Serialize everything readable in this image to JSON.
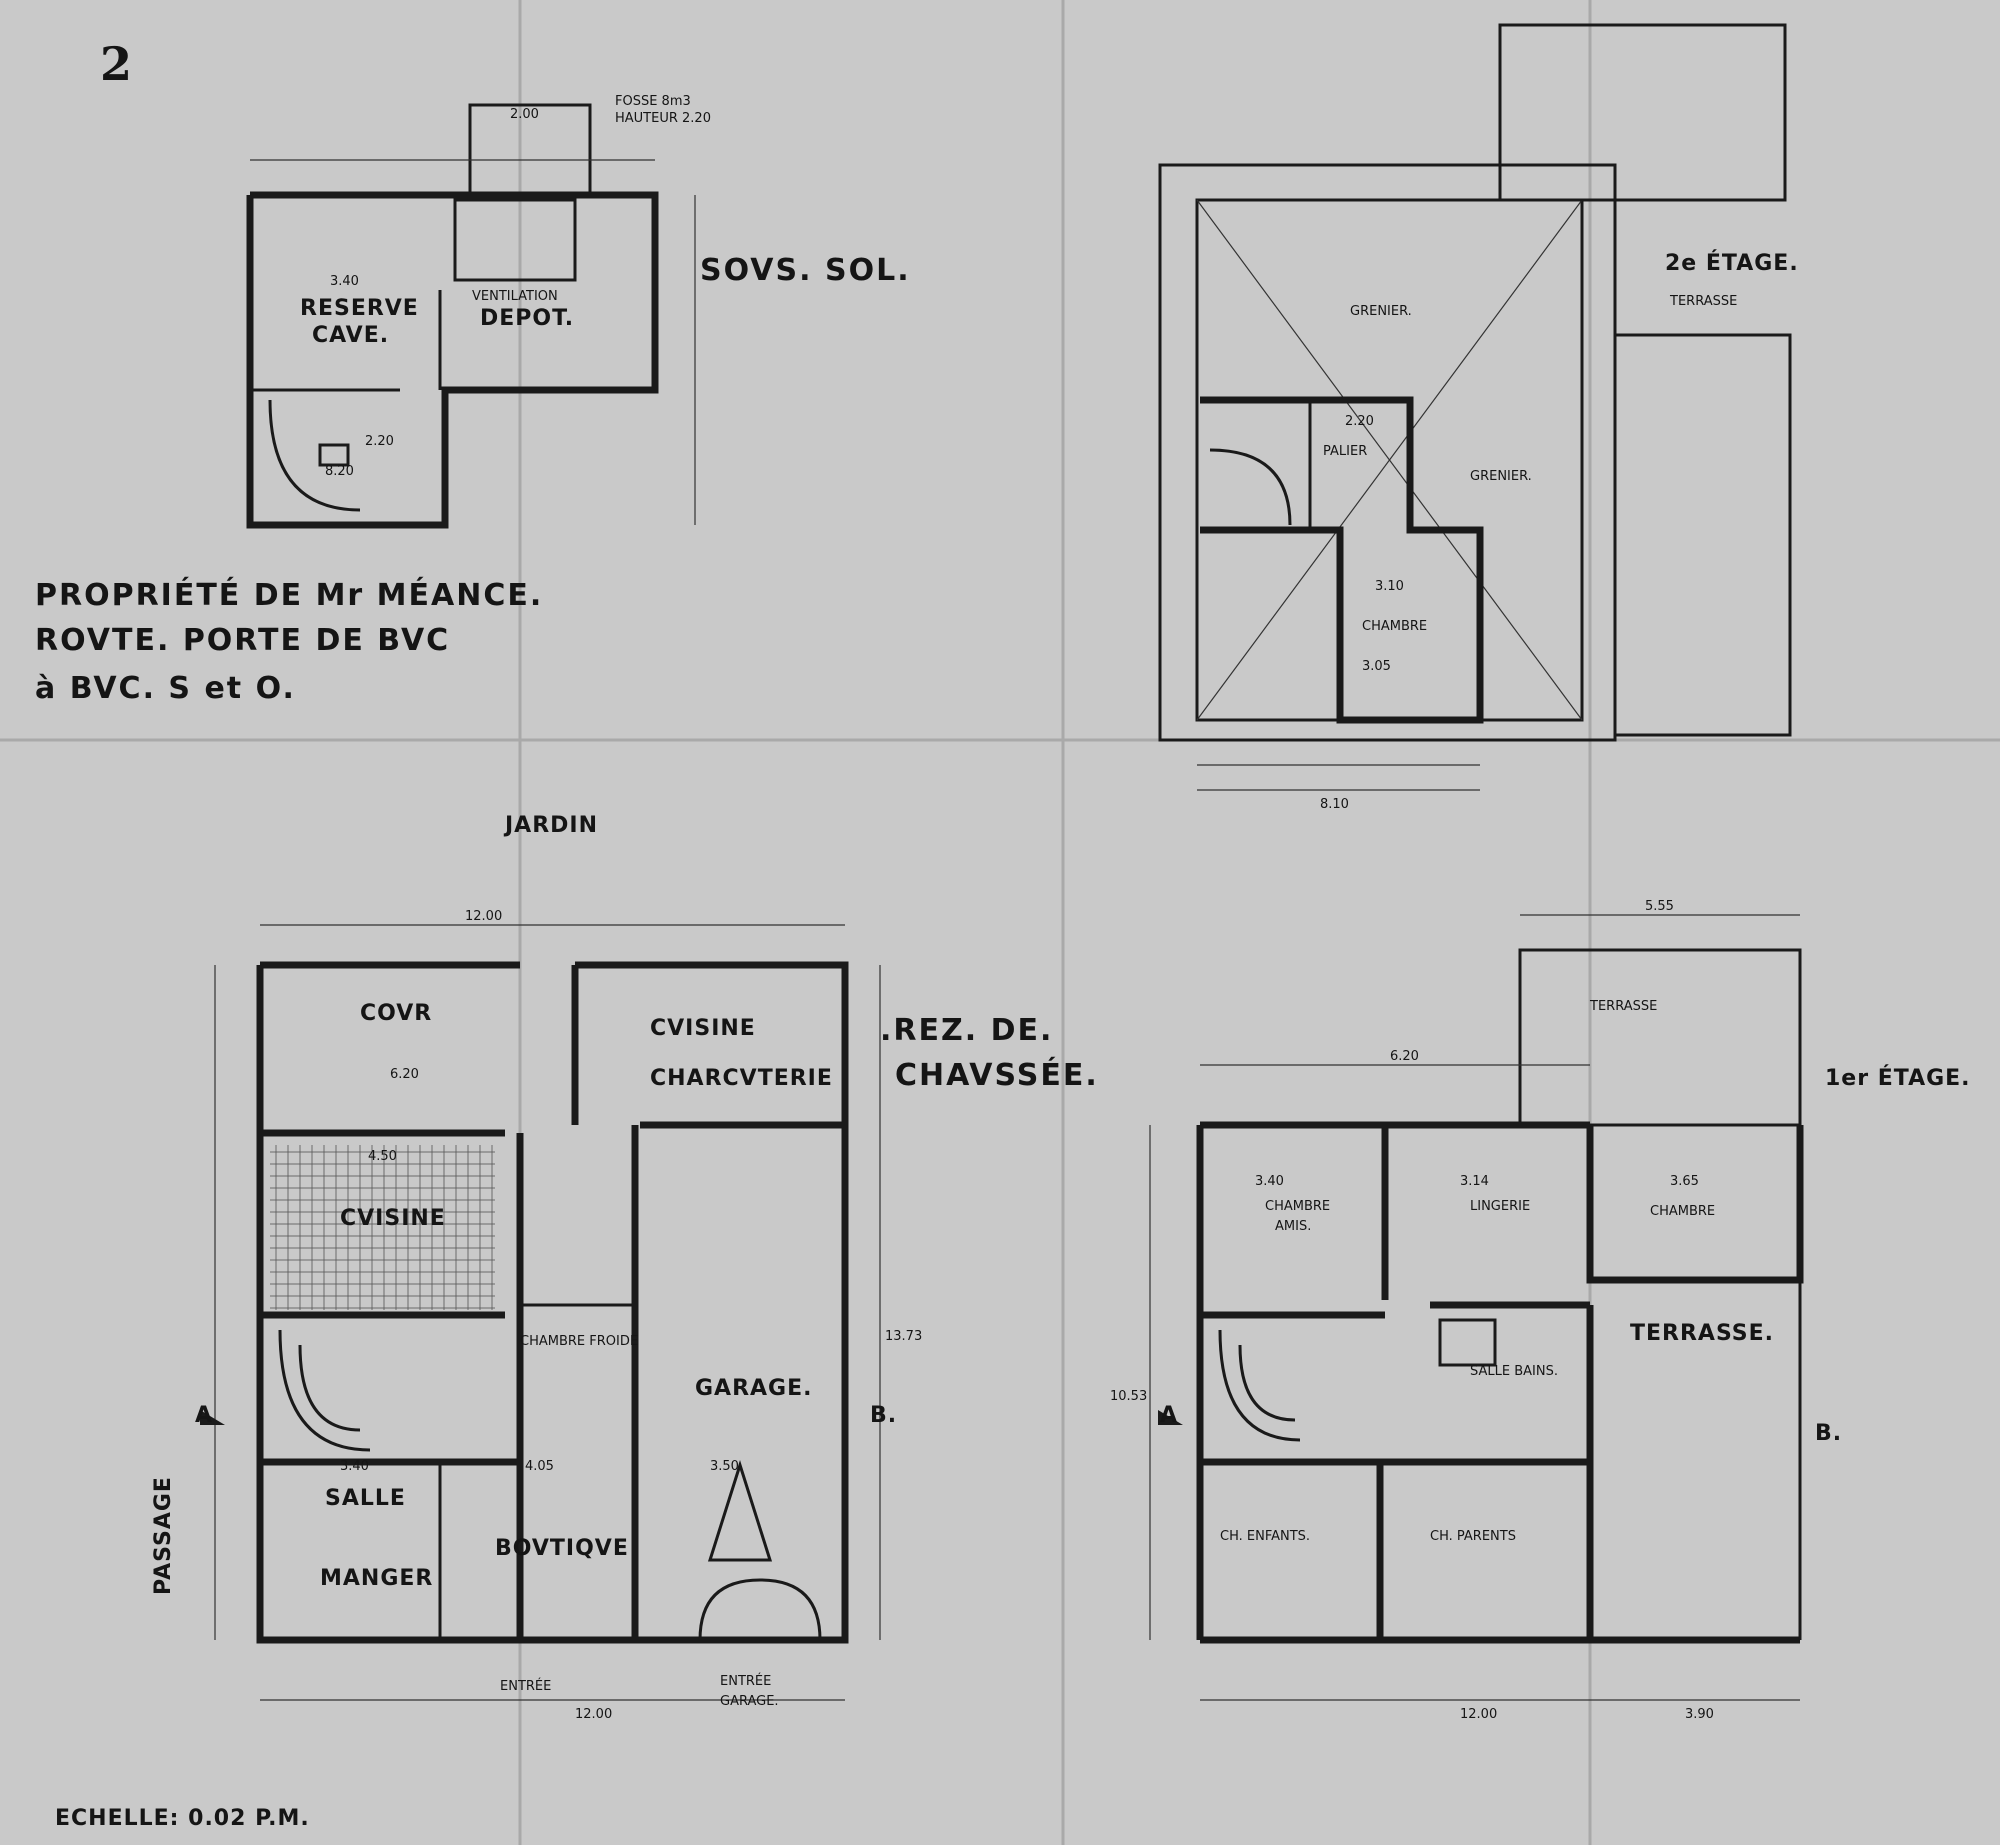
{
  "sheet_number": "2",
  "floors": {
    "sous_sol": {
      "title": "SOVS. SOL.",
      "rooms": [
        "RESERVE",
        "CAVE.",
        "DEPOT.",
        "VENTILATION"
      ],
      "dims": [
        "3.40",
        "8.20",
        "2.00",
        "2.20"
      ],
      "notes": [
        "FOSSE 8m3",
        "HAUTEUR 2.20"
      ]
    },
    "rez_de_chaussee": {
      "title_line1": ".REZ. DE.",
      "title_line2": "CHAVSSÉE.",
      "rooms": [
        "COVR",
        "CVISINE",
        "CHARCVTERIE",
        "CVISINE",
        "CHAMBRE FROIDE",
        "GARAGE.",
        "SALLE",
        "MANGER",
        "BOVTIQVE",
        "ENTRÉE",
        "ENTRÉE",
        "GARAGE."
      ],
      "top_label": "JARDIN",
      "side_label": "PASSAGE",
      "dims": [
        "12.00",
        "6.20",
        "4.50",
        "3.40",
        "4.05",
        "3.50",
        "13.73",
        "12.00"
      ],
      "section_marks": [
        "A",
        "B."
      ]
    },
    "premier_etage": {
      "title": "1er ÉTAGE.",
      "rooms": [
        "CHAMBRE",
        "AMIS.",
        "LINGERIE",
        "CHAMBRE",
        "TERRASSE.",
        "TERRASSE",
        "SALLE BAINS.",
        "CH. ENFANTS.",
        "CH. PARENTS"
      ],
      "dims": [
        "6.20",
        "3.40",
        "3.14",
        "3.65",
        "5.55",
        "12.00",
        "10.53",
        "3.90"
      ],
      "section_marks": [
        "A",
        "B."
      ]
    },
    "deuxieme_etage": {
      "title": "2e ÉTAGE.",
      "rooms": [
        "GRENIER.",
        "PALIER",
        "GRENIER.",
        "CHAMBRE",
        "TERRASSE"
      ],
      "dims": [
        "2.20",
        "3.10",
        "3.05",
        "8.10"
      ]
    }
  },
  "owner_block": {
    "line1": "PROPRIÉTÉ DE Mr MÉANCE.",
    "line2": "ROVTE. PORTE DE BVC",
    "line3": "à BVC.   S et O."
  },
  "scale": "ECHELLE: 0.02 P.M."
}
